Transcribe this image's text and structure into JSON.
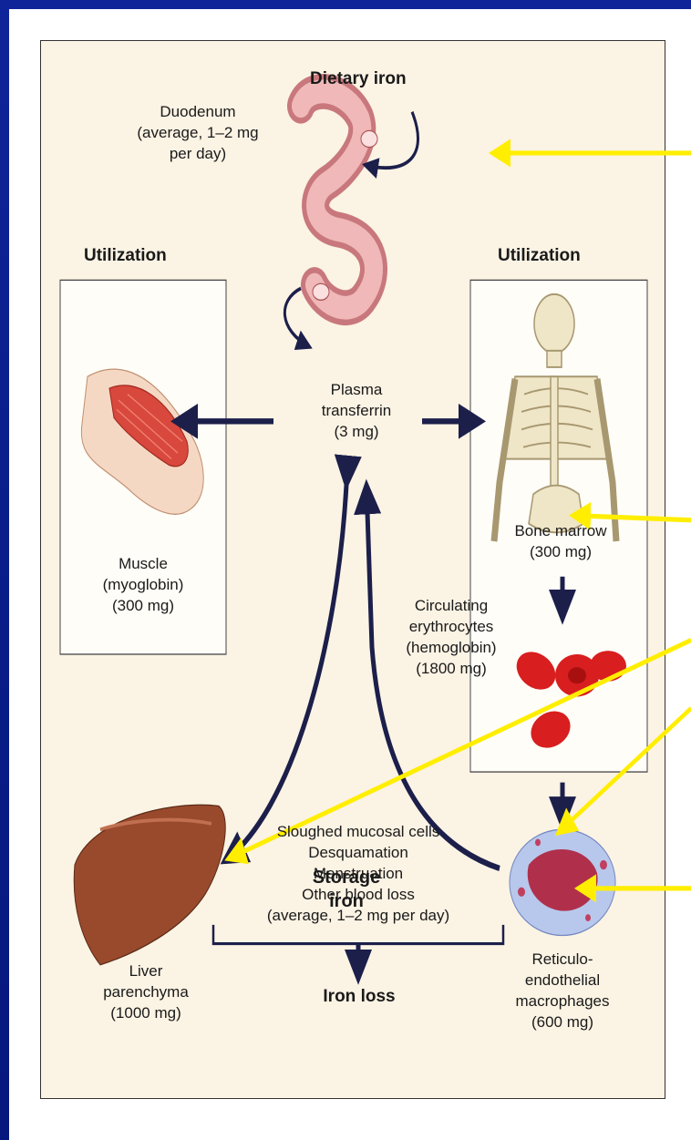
{
  "diagram": {
    "dietary_iron": "Dietary iron",
    "duodenum": [
      "Duodenum",
      "(average, 1–2 mg",
      "per day)"
    ],
    "utilization_left": "Utilization",
    "utilization_right": "Utilization",
    "plasma": [
      "Plasma",
      "transferrin",
      "(3 mg)"
    ],
    "muscle": [
      "Muscle",
      "(myoglobin)",
      "(300 mg)"
    ],
    "bone_marrow": [
      "Bone marrow",
      "(300 mg)"
    ],
    "erythrocytes": [
      "Circulating",
      "erythrocytes",
      "(hemoglobin)",
      "(1800 mg)"
    ],
    "storage": [
      "Storage",
      "iron"
    ],
    "liver": [
      "Liver",
      "parenchyma",
      "(1000 mg)"
    ],
    "macrophages": [
      "Reticulo-",
      "endothelial",
      "macrophages",
      "(600 mg)"
    ],
    "losses": [
      "Sloughed mucosal cells",
      "Desquamation",
      "Menstruation",
      "Other blood loss",
      "(average, 1–2 mg per day)"
    ],
    "iron_loss": "Iron loss"
  },
  "colors": {
    "background": "#0a1e8c",
    "figure_bg": "#fbf3e4",
    "arrow_dark": "#1c1f4a",
    "pointer_yellow": "#ffee00",
    "rbc": "#d81e1e",
    "liver": "#9a4a2c",
    "intestine": "#e8a8a8",
    "bone": "#efe6c8",
    "muscle": "#d8483c"
  },
  "icons": [
    "intestine-illustration",
    "arm-muscle-illustration",
    "skeleton-illustration",
    "erythrocytes-illustration",
    "liver-illustration",
    "macrophage-illustration"
  ]
}
